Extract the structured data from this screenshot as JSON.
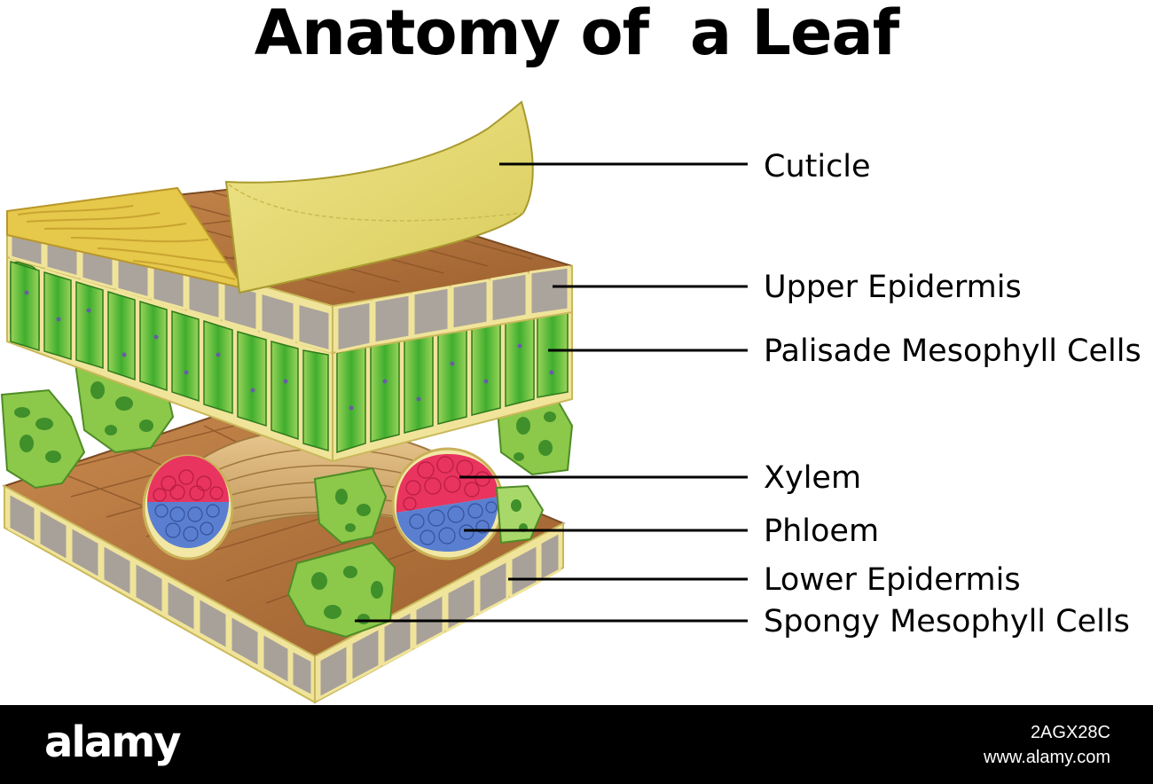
{
  "title": "Anatomy of  a Leaf",
  "labels": {
    "cuticle": "Cuticle",
    "upper_epidermis": "Upper Epidermis",
    "palisade": "Palisade Mesophyll Cells",
    "xylem": "Xylem",
    "phloem": "Phloem",
    "lower_epidermis": "Lower Epidermis",
    "spongy": "Spongy Mesophyll Cells"
  },
  "footer": {
    "logo": "alamy",
    "image_id": "2AGX28C",
    "url": "www.alamy.com"
  },
  "colors": {
    "cuticle": "#e6dc74",
    "epidermis_brown": "#b8763f",
    "cell_wall": "#f0e49a",
    "palisade_green": "#5fbf3a",
    "spongy_green": "#8cc84a",
    "xylem_red": "#e8345f",
    "phloem_blue": "#5b7fd0",
    "footer_bg": "#000000"
  }
}
